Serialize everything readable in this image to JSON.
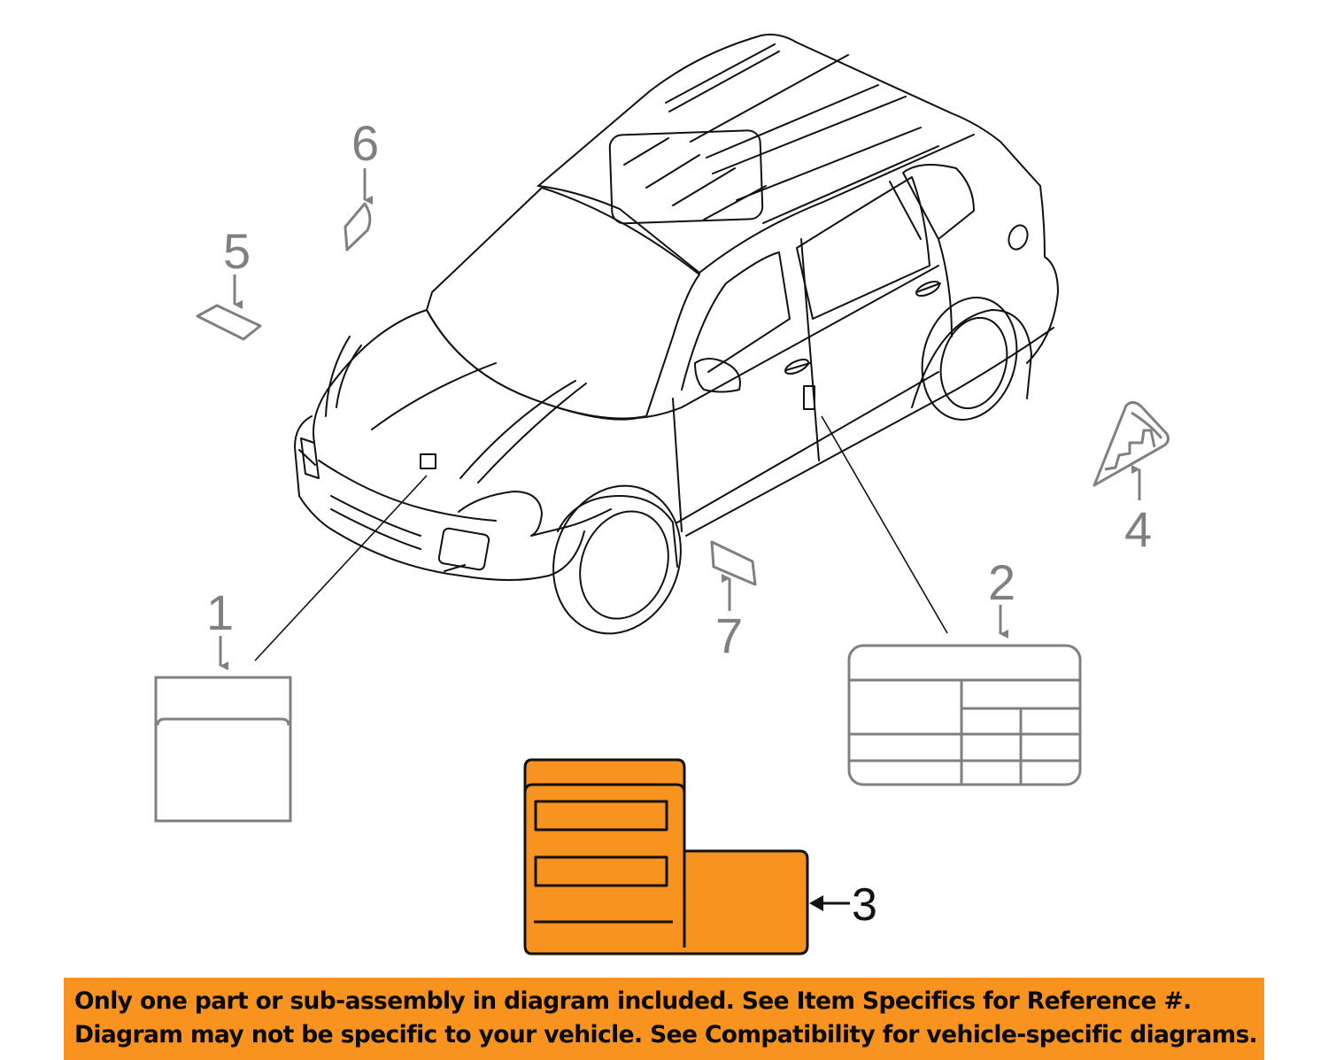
{
  "diagram": {
    "type": "auto-parts-exploded-view",
    "subject": "SUV labels and decals",
    "colors": {
      "highlight_fill": "#f7931e",
      "callout_gray": "#808080",
      "line_black": "#111111",
      "background": "#ffffff"
    },
    "callouts": [
      {
        "id": "1",
        "label": "1",
        "part": "label-box-hood",
        "highlighted": false
      },
      {
        "id": "2",
        "label": "2",
        "part": "tire-info-label-door-pillar",
        "highlighted": false
      },
      {
        "id": "3",
        "label": "3",
        "part": "emission-label",
        "highlighted": true
      },
      {
        "id": "4",
        "label": "4",
        "part": "triangle-warning-decal",
        "highlighted": false
      },
      {
        "id": "5",
        "label": "5",
        "part": "small-rectangular-label",
        "highlighted": false
      },
      {
        "id": "6",
        "label": "6",
        "part": "small-shield-label",
        "highlighted": false
      },
      {
        "id": "7",
        "label": "7",
        "part": "small-parallelogram-label",
        "highlighted": false
      }
    ]
  },
  "banner": {
    "line1": "Only one part or sub-assembly in diagram included. See Item Specifics for Reference #.",
    "line2": "Diagram may not be specific to your vehicle. See Compatibility for vehicle-specific diagrams.",
    "background": "#f7931e"
  }
}
